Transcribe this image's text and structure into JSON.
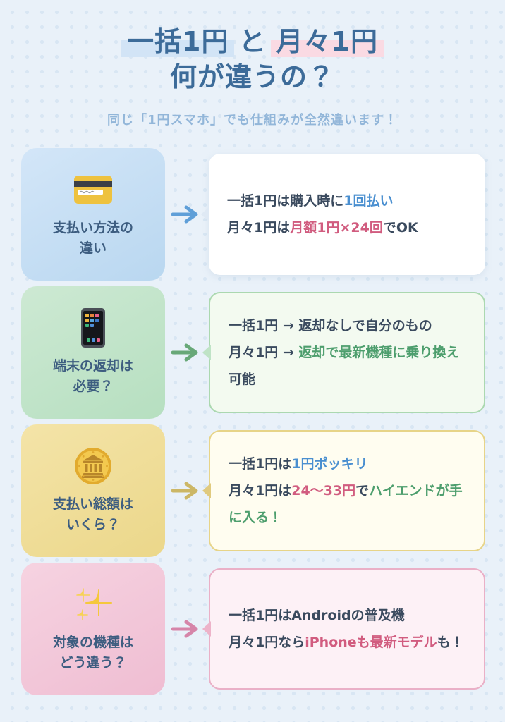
{
  "header": {
    "term1": "一括1円",
    "connector": "と",
    "term2": "月々1円",
    "question": "何が違うの？",
    "subtitle": "同じ「1円スマホ」でも仕組みが全然違います！",
    "highlight_blue": "#d2e4f6",
    "highlight_pink": "#fadae3",
    "title_color": "#3c6b99"
  },
  "colors": {
    "background": "#e9f1f9",
    "dot": "#d8e6f3",
    "text_dark": "#3a4a5e",
    "accent_blue": "#4a8fd0",
    "accent_pink": "#d15c7f",
    "accent_green": "#4d9e6d"
  },
  "rows": [
    {
      "theme": "blue",
      "icon": "credit-card-icon",
      "label_lines": [
        "支払い方法の",
        "違い"
      ],
      "content_lines": [
        [
          {
            "text": "一括1円は購入時に",
            "color": "dark"
          },
          {
            "text": "1回払い",
            "color": "blue"
          }
        ],
        [
          {
            "text": "月々1円は",
            "color": "dark"
          },
          {
            "text": "月額1円×24回",
            "color": "pink"
          },
          {
            "text": "でOK",
            "color": "dark"
          }
        ]
      ]
    },
    {
      "theme": "green",
      "icon": "smartphone-icon",
      "label_lines": [
        "端末の返却は",
        "必要？"
      ],
      "content_lines": [
        [
          {
            "text": "一括1円 → 返却なしで自分のもの",
            "color": "dark"
          }
        ],
        [
          {
            "text": "月々1円 → ",
            "color": "dark"
          },
          {
            "text": "返却で最新機種に乗り換え",
            "color": "green"
          }
        ],
        [
          {
            "text": "可能",
            "color": "dark"
          }
        ]
      ]
    },
    {
      "theme": "yellow",
      "icon": "coin-icon",
      "label_lines": [
        "支払い総額は",
        "いくら？"
      ],
      "content_lines": [
        [
          {
            "text": "一括1円は",
            "color": "dark"
          },
          {
            "text": "1円ポッキリ",
            "color": "blue"
          }
        ],
        [
          {
            "text": "月々1円は",
            "color": "dark"
          },
          {
            "text": "24〜33円",
            "color": "pink"
          },
          {
            "text": "で",
            "color": "dark"
          },
          {
            "text": "ハイエンドが手",
            "color": "green"
          }
        ],
        [
          {
            "text": "に入る！",
            "color": "green"
          }
        ]
      ]
    },
    {
      "theme": "pink",
      "icon": "sparkles-icon",
      "label_lines": [
        "対象の機種は",
        "どう違う？"
      ],
      "content_lines": [
        [
          {
            "text": "一括1円はAndroidの普及機",
            "color": "dark"
          }
        ],
        [
          {
            "text": "月々1円なら",
            "color": "dark"
          },
          {
            "text": "iPhoneも最新モデル",
            "color": "pink"
          },
          {
            "text": "も！",
            "color": "dark"
          }
        ]
      ]
    }
  ]
}
